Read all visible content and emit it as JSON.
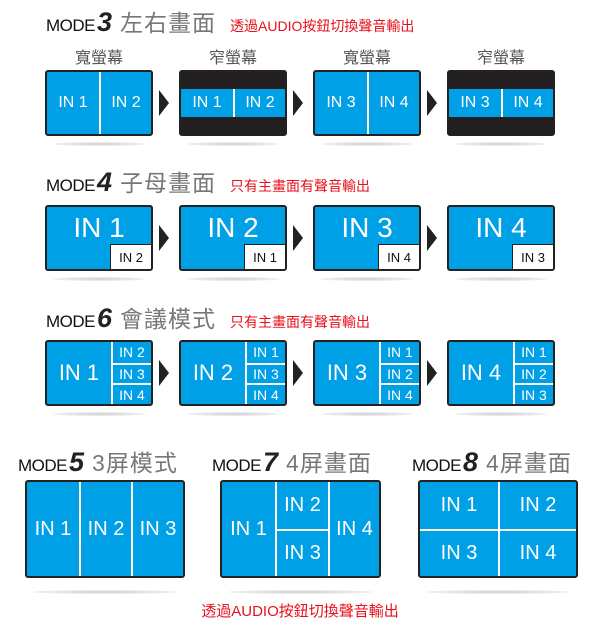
{
  "audio_note": "透過AUDIO按鈕切換聲音輸出",
  "main_note": "只有主畫面有聲音輸出",
  "mode3": {
    "mode": "MODE",
    "num": "3",
    "name": "左右畫面",
    "note": "透過AUDIO按鈕切換聲音輸出",
    "panels": [
      {
        "label": "寬螢幕",
        "type": "wide",
        "inputs": [
          "IN 1",
          "IN 2"
        ]
      },
      {
        "label": "窄螢幕",
        "type": "narrow",
        "inputs": [
          "IN 1",
          "IN 2"
        ]
      },
      {
        "label": "寬螢幕",
        "type": "wide",
        "inputs": [
          "IN 3",
          "IN 4"
        ]
      },
      {
        "label": "窄螢幕",
        "type": "narrow",
        "inputs": [
          "IN 3",
          "IN 4"
        ]
      }
    ]
  },
  "mode4": {
    "mode": "MODE",
    "num": "4",
    "name": "子母畫面",
    "note": "只有主畫面有聲音輸出",
    "panels": [
      {
        "main": "IN 1",
        "sub": "IN 2"
      },
      {
        "main": "IN 2",
        "sub": "IN 1"
      },
      {
        "main": "IN 3",
        "sub": "IN 4"
      },
      {
        "main": "IN 4",
        "sub": "IN 3"
      }
    ]
  },
  "mode6": {
    "mode": "MODE",
    "num": "6",
    "name": "會議模式",
    "note": "只有主畫面有聲音輸出",
    "panels": [
      {
        "main": "IN 1",
        "subs": [
          "IN 2",
          "IN 3",
          "IN 4"
        ]
      },
      {
        "main": "IN 2",
        "subs": [
          "IN 1",
          "IN 3",
          "IN 4"
        ]
      },
      {
        "main": "IN 3",
        "subs": [
          "IN 1",
          "IN 2",
          "IN 4"
        ]
      },
      {
        "main": "IN 4",
        "subs": [
          "IN 1",
          "IN 2",
          "IN 3"
        ]
      }
    ]
  },
  "mode5": {
    "mode": "MODE",
    "num": "5",
    "name": "3屏模式",
    "inputs": [
      "IN 1",
      "IN 2",
      "IN 3"
    ]
  },
  "mode7": {
    "mode": "MODE",
    "num": "7",
    "name": "4屏畫面",
    "inputs": [
      "IN 1",
      "IN 2",
      "IN 3",
      "IN 4"
    ]
  },
  "mode8": {
    "mode": "MODE",
    "num": "8",
    "name": "4屏畫面",
    "inputs": [
      "IN 1",
      "IN 2",
      "IN 3",
      "IN 4"
    ]
  },
  "footer_note": "透過AUDIO按鈕切換聲音輸出",
  "colors": {
    "screen": "#00a0e6",
    "frame": "#222222",
    "note": "#e8101c"
  }
}
